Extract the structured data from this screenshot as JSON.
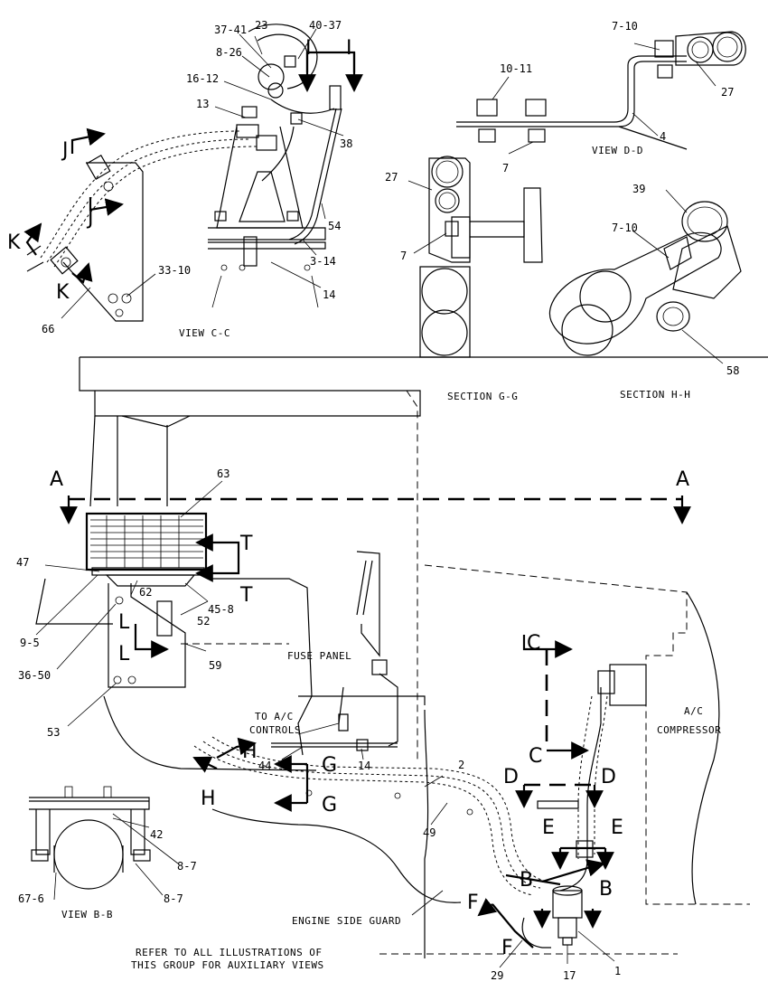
{
  "views": {
    "view_cc": "VIEW C-C",
    "view_dd": "VIEW D-D",
    "section_gg": "SECTION G-G",
    "section_hh": "SECTION H-H",
    "view_bb": "VIEW B-B"
  },
  "notes": {
    "fuse_panel": "FUSE PANEL",
    "to_ac_line1": "TO A/C",
    "to_ac_line2": "CONTROLS",
    "ac_line1": "A/C",
    "ac_line2": "COMPRESSOR",
    "engine_guard": "ENGINE SIDE GUARD",
    "refer_line1": "REFER TO ALL ILLUSTRATIONS OF",
    "refer_line2": "THIS GROUP FOR AUXILIARY VIEWS"
  },
  "section_letters": {
    "A": "A",
    "B": "B",
    "C": "C",
    "D": "D",
    "E": "E",
    "F": "F",
    "G": "G",
    "H": "H",
    "I": "I",
    "J": "J",
    "K": "K",
    "L": "L",
    "T": "T"
  },
  "callouts": {
    "c37_41": "37-41",
    "c23": "23",
    "c40_37": "40-37",
    "c8_26": "8-26",
    "c16_12": "16-12",
    "c13": "13",
    "c38": "38",
    "c54": "54",
    "c3_14": "3-14",
    "c14_cc": "14",
    "c33_10": "33-10",
    "c66": "66",
    "c7_10a": "7-10",
    "c10_11": "10-11",
    "c27a": "27",
    "c4": "4",
    "c7a": "7",
    "c27b": "27",
    "c7b": "7",
    "c39": "39",
    "c7_10b": "7-10",
    "c58": "58",
    "c63": "63",
    "c47": "47",
    "c62": "62",
    "c45_8": "45-8",
    "c9_5": "9-5",
    "c52": "52",
    "c36_50": "36-50",
    "c59": "59",
    "c53": "53",
    "c44": "44",
    "c14_main": "14",
    "c2": "2",
    "c49": "49",
    "c42": "42",
    "c8_7a": "8-7",
    "c67_6": "67-6",
    "c8_7b": "8-7",
    "c29": "29",
    "c17": "17",
    "c1": "1"
  }
}
